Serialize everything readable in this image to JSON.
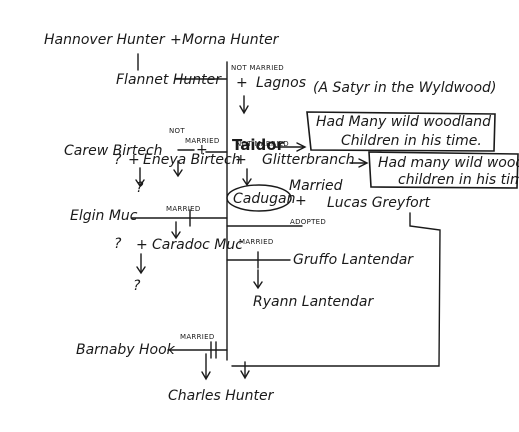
{
  "nodes": {
    "hannover": "Hannover Hunter",
    "morna": "Morna Hunter",
    "flannet": "Flannet Hunter",
    "lagnos": "Lagnos",
    "lagnos_note": "(A Satyr in the Wyldwood)",
    "taidor": "Taidor",
    "carew": "Carew Birtech",
    "eneya": "Eneya Birtech",
    "glitterbranch": "Glitterbranch",
    "cadugan": "Cadugan",
    "lucas": "Lucas Greyfort",
    "elgin": "Elgin Muc",
    "caradoc": "Caradoc Muc",
    "gruffo": "Gruffo Lantendar",
    "ryann": "Ryann Lantendar",
    "barnaby": "Barnaby Hook",
    "charles": "Charles Hunter"
  },
  "notes": {
    "taidor_box_line1": "Had Many wild woodland",
    "taidor_box_line2": "Children in his time.",
    "glitter_box_line1": "Had many wild woodland",
    "glitter_box_line2": "children in his time"
  },
  "labels": {
    "not": "NOT",
    "not_married": "NOT MARRIED",
    "married": "MARRIED",
    "married_word": "Married",
    "adopted": "ADOPTED",
    "plus": "+",
    "question": "?"
  }
}
